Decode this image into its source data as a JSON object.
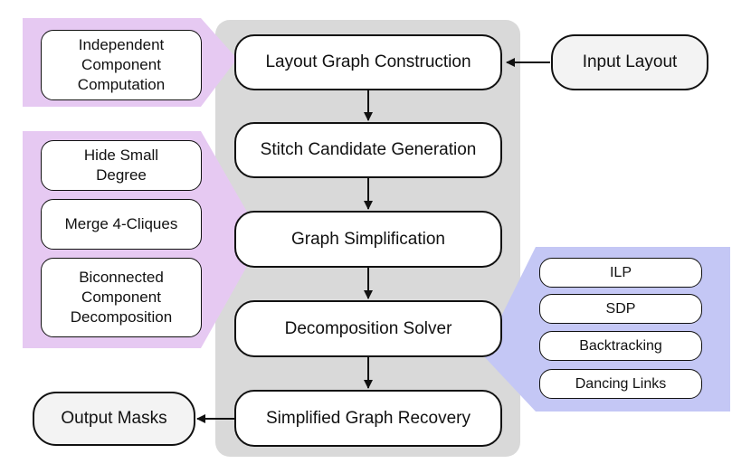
{
  "colors": {
    "column_fill": "#d9d9d9",
    "left_panel_fill": "#e6c9f2",
    "right_panel_fill": "#c4c7f5",
    "io_fill": "#f3f3f3",
    "stroke": "#111111"
  },
  "pipeline": [
    "Layout Graph Construction",
    "Stitch Candidate Generation",
    "Graph Simplification",
    "Decomposition Solver",
    "Simplified Graph Recovery"
  ],
  "input": "Input Layout",
  "output": "Output Masks",
  "construction_options": [
    "Independent Component Computation"
  ],
  "simplification_options": [
    "Hide Small Degree",
    "Merge 4-Cliques",
    "Biconnected Component Decomposition"
  ],
  "solver_options": [
    "ILP",
    "SDP",
    "Backtracking",
    "Dancing Links"
  ]
}
